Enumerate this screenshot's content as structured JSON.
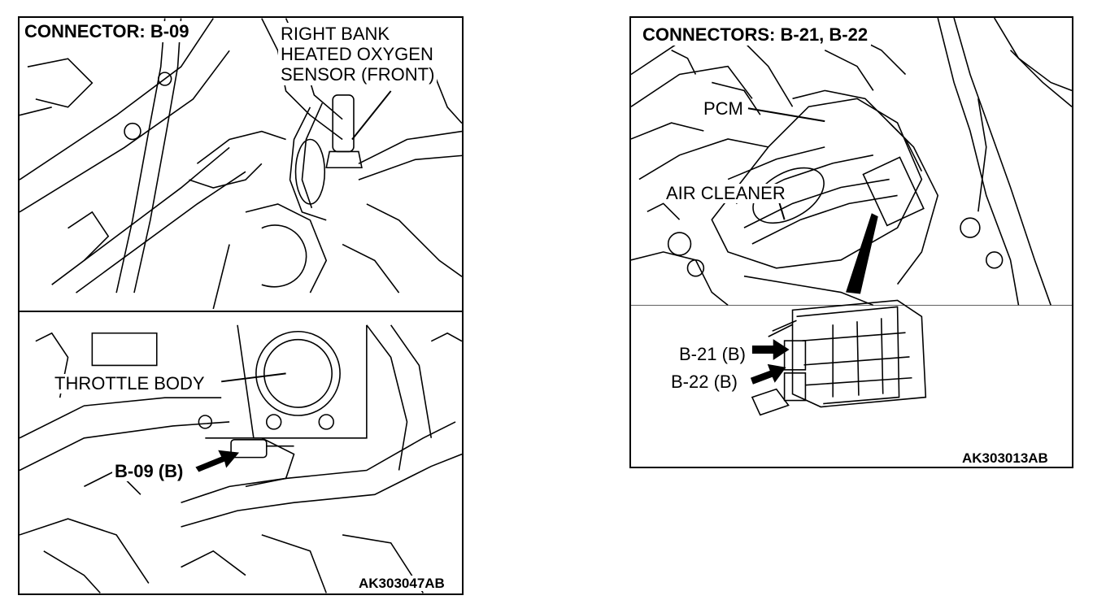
{
  "left_figure": {
    "header": "CONNECTOR: B-09",
    "sensor_label": [
      "RIGHT BANK",
      "HEATED OXYGEN",
      "SENSOR (FRONT)"
    ],
    "throttle_label": "THROTTLE BODY",
    "connector_label": "B-09 (B)",
    "figure_code": "AK303047AB"
  },
  "right_figure": {
    "header": "CONNECTORS: B-21, B-22",
    "pcm_label": "PCM",
    "air_cleaner_label": "AIR CLEANER",
    "connector_b21": "B-21 (B)",
    "connector_b22": "B-22 (B)",
    "figure_code": "AK303013AB"
  }
}
